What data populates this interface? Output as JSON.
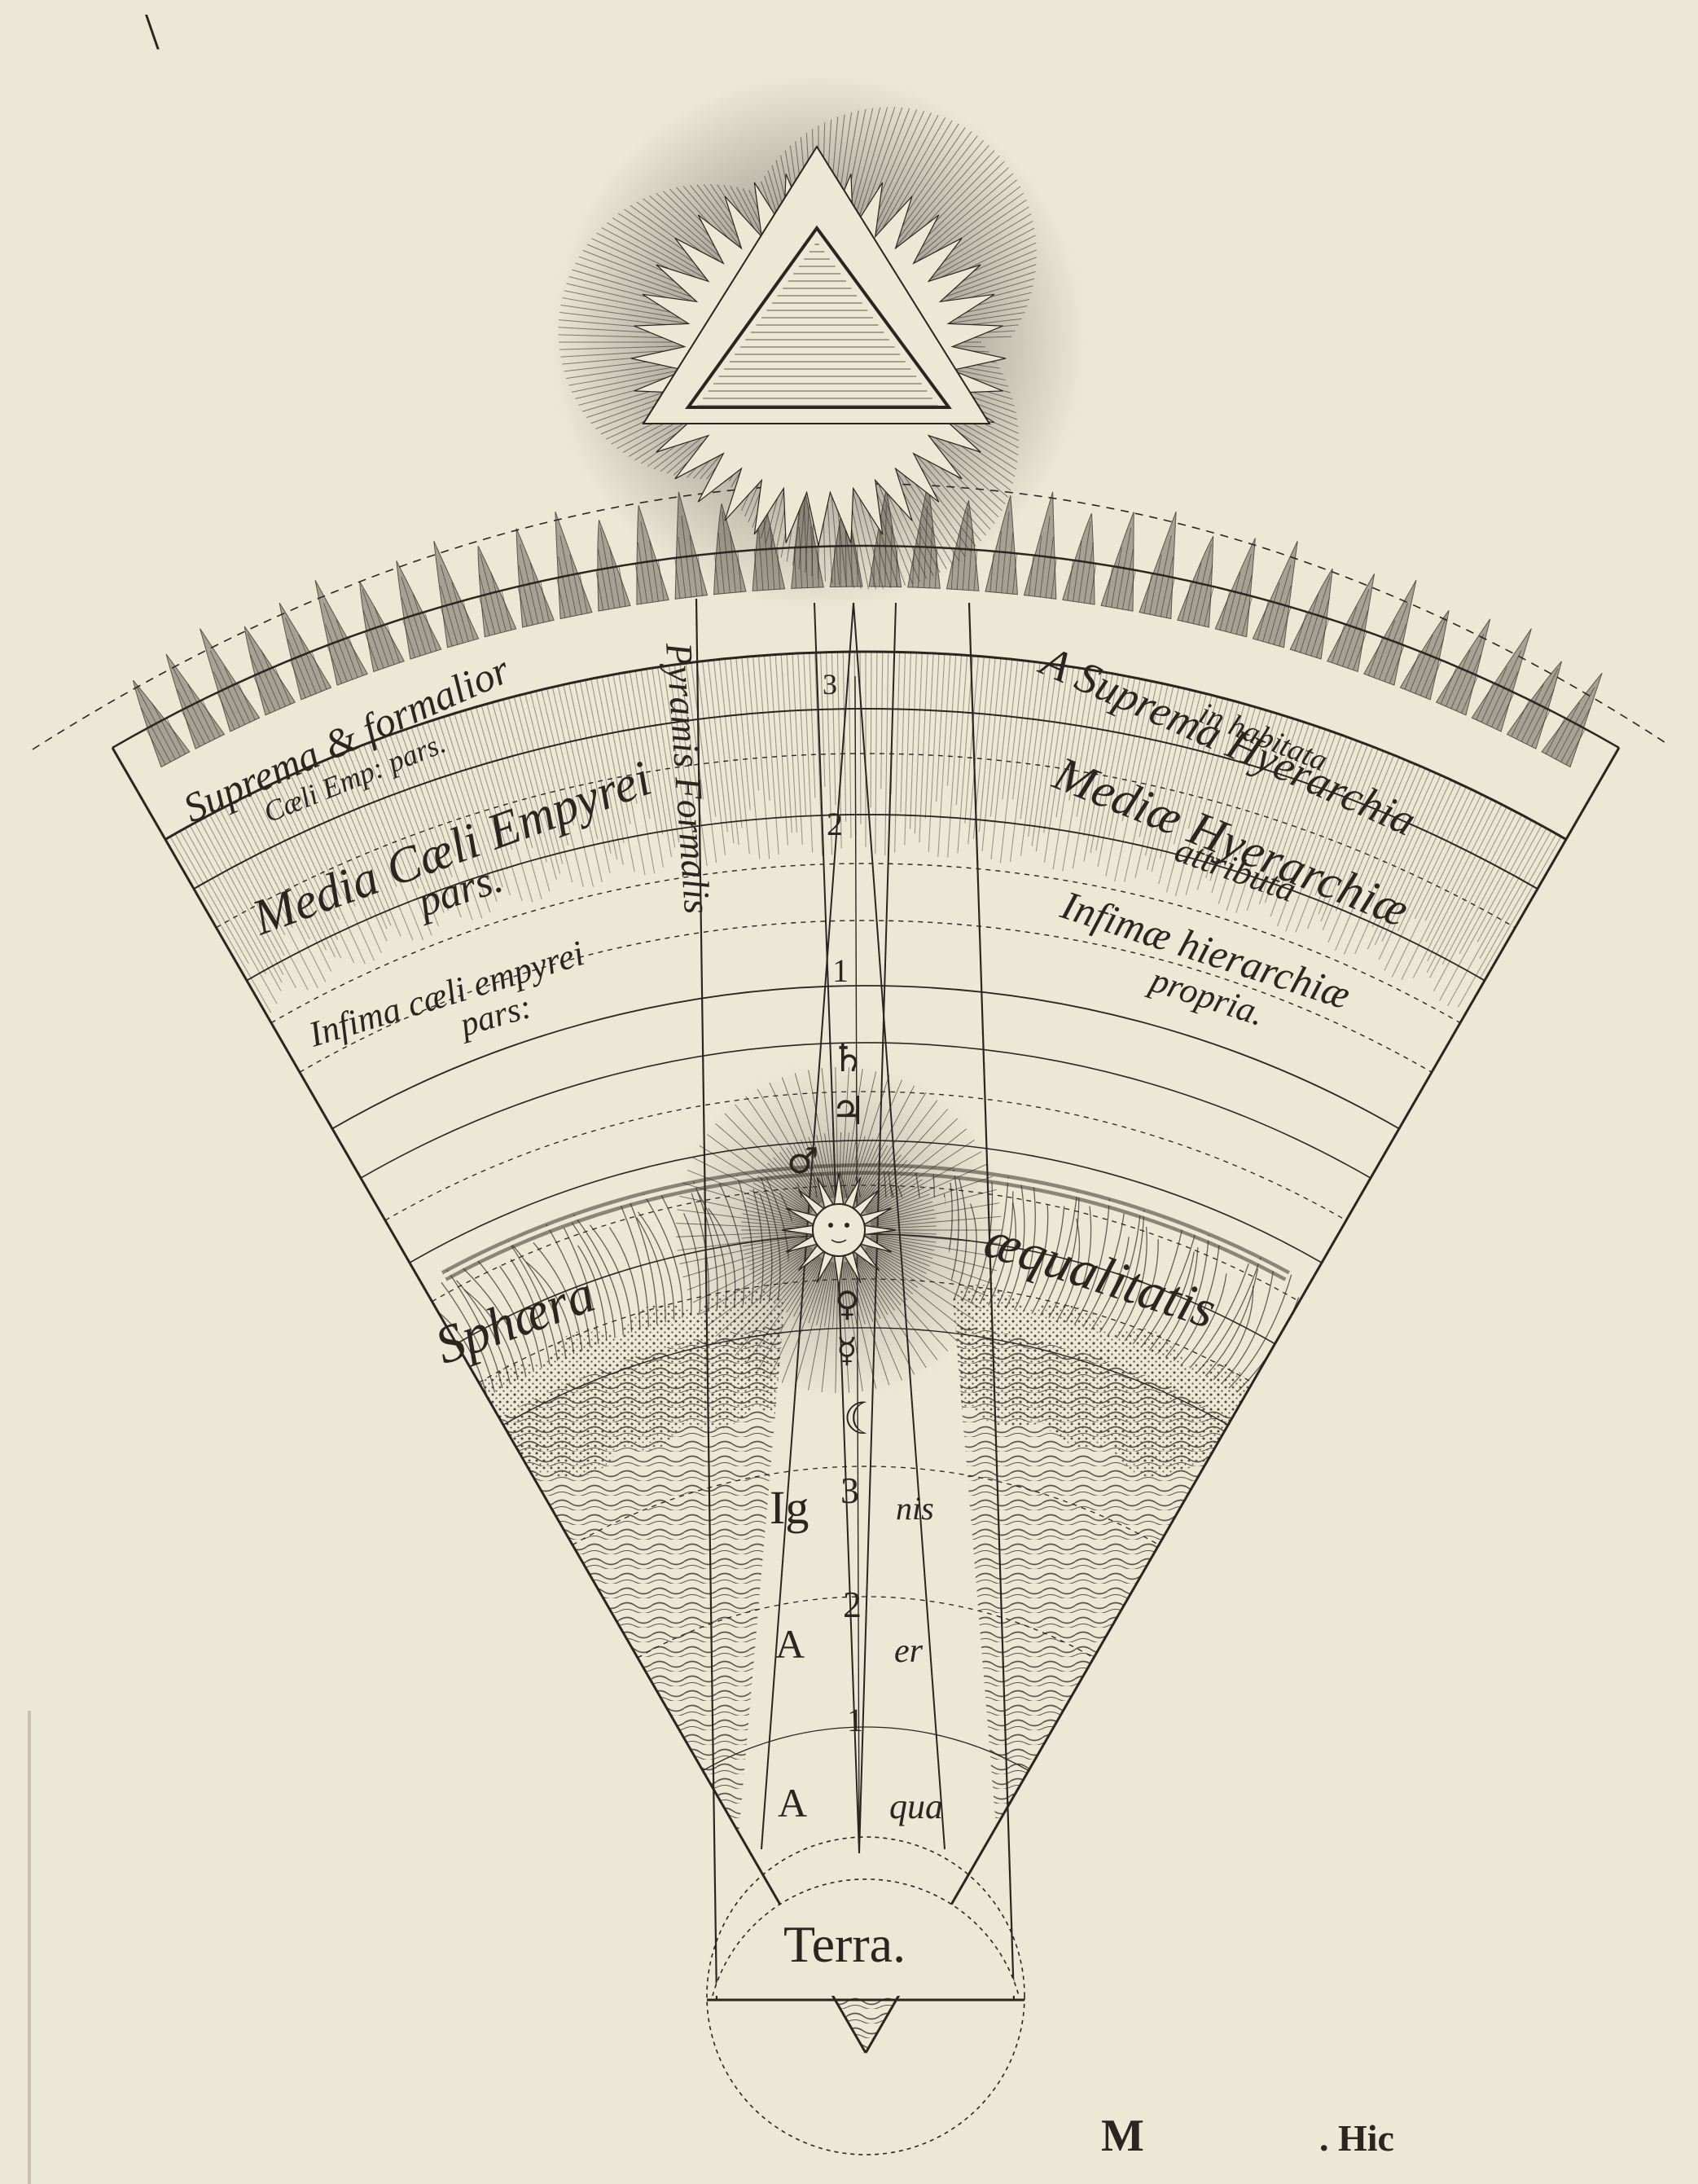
{
  "plate": {
    "corner_mark": "\\",
    "signature_m": "M",
    "signature_hic": ". Hic"
  },
  "zones_left": {
    "suprema_line1": "Suprema & formalior",
    "suprema_line2": "Cæli Emp: pars.",
    "media_line1": "Media Cæli Empyrei",
    "media_line2": "pars.",
    "infima_line1": "Infima cæli empyrei",
    "infima_line2": "pars:"
  },
  "zones_right": {
    "suprema_line1": "A Suprema Hyerarchia",
    "suprema_line2": "in habitata",
    "media_line1": "Mediæ Hyerarchiæ",
    "media_line2": "attributa",
    "infima_line1": "Infimæ hierarchiæ",
    "infima_line2": "propria."
  },
  "pyramid_label": "Pyramis Formalis",
  "sphere_label_left": "Sphæra",
  "sphere_label_right": "æqualitatis",
  "axis_numbers": {
    "upper_3": "3",
    "upper_2": "2",
    "upper_1": "1",
    "lower_3": "3",
    "lower_2": "2",
    "lower_1": "1"
  },
  "planets": {
    "saturn": "♄",
    "jupiter": "♃",
    "mars": "♂",
    "venus": "♀",
    "mercury": "☿",
    "moon": "☾"
  },
  "elements": {
    "ignis_left": "Ig",
    "ignis_right": "nis",
    "aer_left": "A",
    "aer_right": "er",
    "aqua_left": "A",
    "aqua_right": "qua",
    "terra": "Terra."
  },
  "colors": {
    "paper": "#ede7d6",
    "ink": "#2a2520",
    "hatch": "#5a534a"
  }
}
